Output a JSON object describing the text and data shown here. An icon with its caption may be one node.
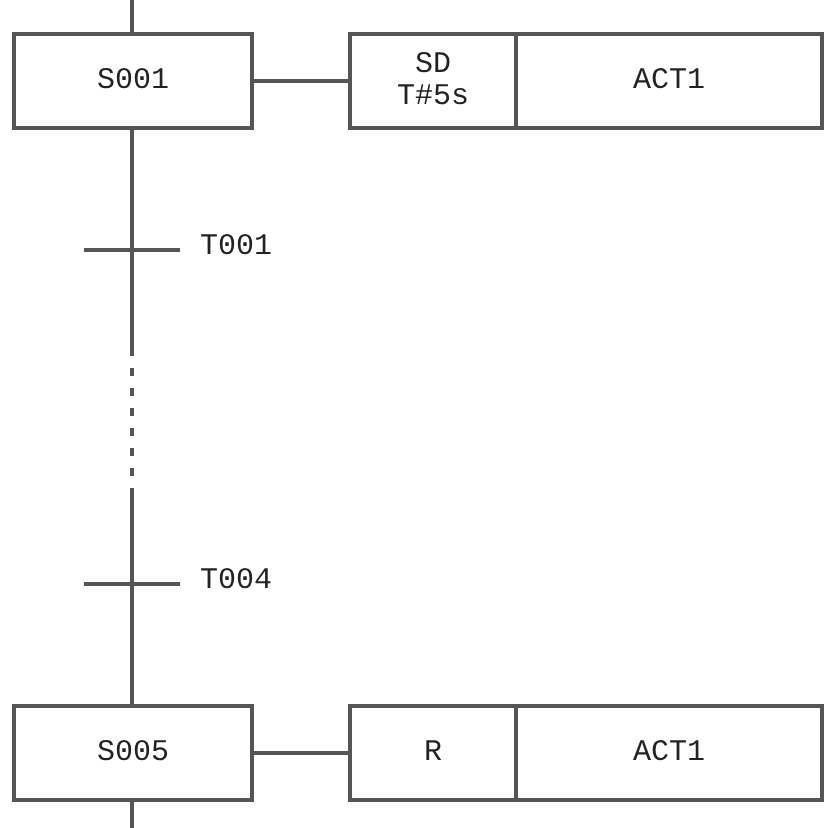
{
  "diagram": {
    "nodes": [
      {
        "text": [
          "S001"
        ]
      },
      {
        "text": [
          "SD T#5s"
        ]
      },
      {
        "text": [
          "ACT1"
        ]
      },
      {
        "text": [],
        "shape": "bar",
        "beside": [
          "T001"
        ]
      },
      {
        "text": [],
        "shape": "bar",
        "beside": [
          "T004"
        ]
      },
      {
        "text": [
          "S005"
        ]
      },
      {
        "text": [
          "R"
        ]
      },
      {
        "text": [
          "ACT1"
        ]
      }
    ],
    "edges": [
      {
        "from": null,
        "to": 0,
        "arrow": "none"
      },
      {
        "from": 0,
        "to": 1,
        "arrow": "none"
      },
      {
        "from": 0,
        "to": 3,
        "arrow": "none"
      },
      {
        "from": 3,
        "to": 4,
        "arrow": "none",
        "style": "dashed"
      },
      {
        "from": 4,
        "to": 5,
        "arrow": "none"
      },
      {
        "from": 5,
        "to": 6,
        "arrow": "none"
      },
      {
        "from": 5,
        "to": null,
        "arrow": "none"
      }
    ]
  }
}
